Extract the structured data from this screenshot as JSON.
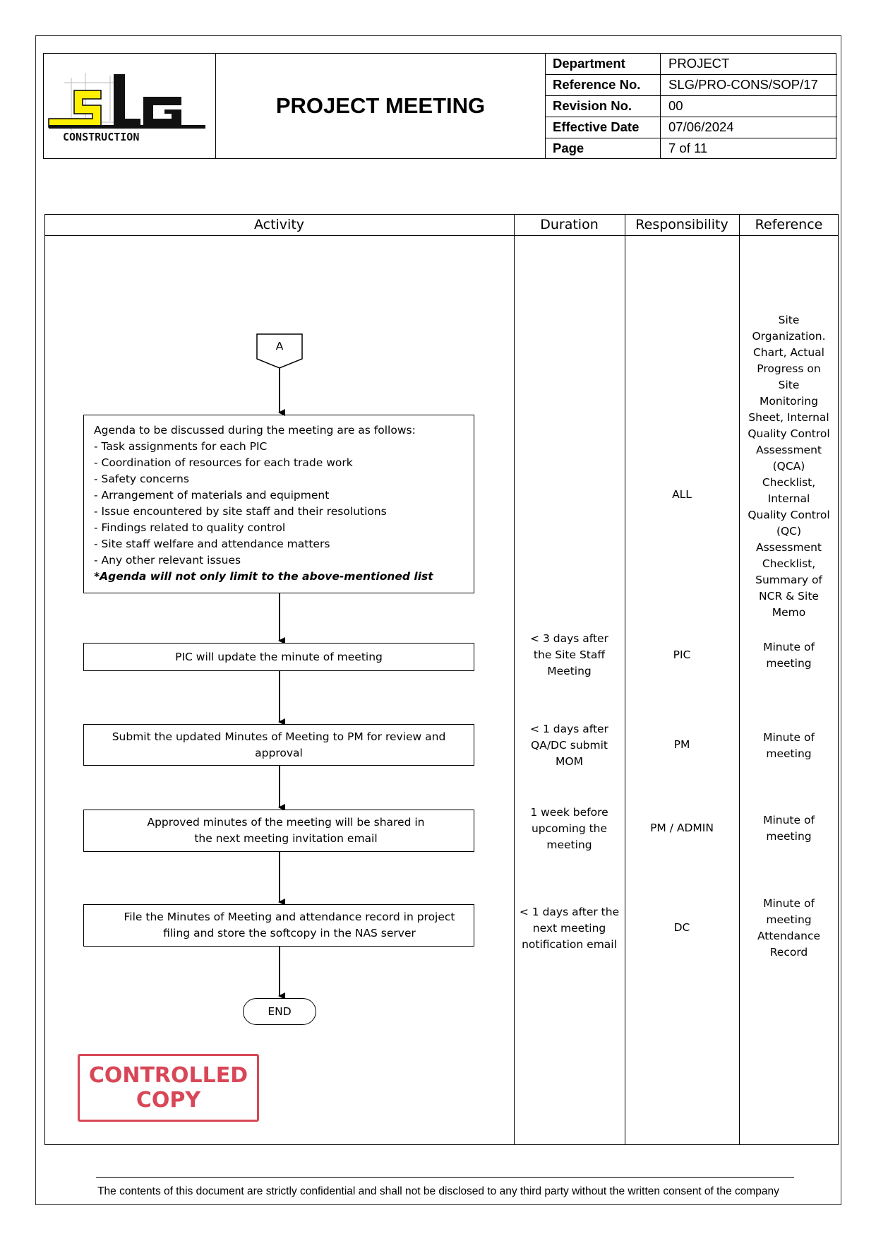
{
  "header": {
    "logo_letters": "SLG",
    "logo_sub": "CONSTRUCTION",
    "title": "PROJECT MEETING",
    "meta": [
      {
        "label": "Department",
        "value": "PROJECT"
      },
      {
        "label": "Reference No.",
        "value": "SLG/PRO-CONS/SOP/17"
      },
      {
        "label": "Revision No.",
        "value": "00"
      },
      {
        "label": "Effective Date",
        "value": "07/06/2024"
      },
      {
        "label": "Page",
        "value": "7 of 11"
      }
    ]
  },
  "table": {
    "columns": [
      "Activity",
      "Duration",
      "Responsibility",
      "Reference"
    ]
  },
  "flow": {
    "connector": "A",
    "agenda": {
      "intro": "Agenda to be discussed during the meeting are as follows:",
      "items": [
        "- Task assignments for each PIC",
        "- Coordination of resources for each trade work",
        "- Safety concerns",
        "- Arrangement of materials and equipment",
        "- Issue encountered by site staff and their resolutions",
        "- Findings related to quality control",
        "- Site staff welfare and attendance matters",
        "- Any other relevant issues"
      ],
      "note": "*Agenda will not only limit to the above-mentioned list"
    },
    "steps": [
      {
        "text": "PIC will update the minute of meeting"
      },
      {
        "text": "Submit the updated Minutes of Meeting to PM for review and approval"
      },
      {
        "text": "Approved minutes of the meeting will be shared in the next meeting invitation email"
      },
      {
        "text": "File the Minutes of Meeting and attendance record in project filing and store the softcopy in the NAS server"
      }
    ],
    "end": "END"
  },
  "rows": [
    {
      "duration": [],
      "responsibility": "ALL",
      "reference": [
        "Site",
        "Organization.",
        "Chart, Actual",
        "Progress on",
        "Site",
        "Monitoring",
        "Sheet, Internal",
        "Quality Control",
        "Assessment",
        "(QCA)",
        "Checklist,",
        "Internal",
        "Quality Control",
        "(QC)",
        "Assessment",
        "Checklist,",
        "Summary of",
        "NCR & Site",
        "Memo"
      ]
    },
    {
      "duration": [
        "< 3 days after",
        "the Site Staff",
        "Meeting"
      ],
      "responsibility": "PIC",
      "reference": [
        "Minute of",
        "meeting"
      ]
    },
    {
      "duration": [
        "< 1 days after",
        "QA/DC submit",
        "MOM"
      ],
      "responsibility": "PM",
      "reference": [
        "Minute of",
        "meeting"
      ]
    },
    {
      "duration": [
        "1 week before",
        "upcoming the",
        "meeting"
      ],
      "responsibility": "PM / ADMIN",
      "reference": [
        "Minute of",
        "meeting"
      ]
    },
    {
      "duration": [
        "< 1 days after the",
        "next meeting",
        "notification email"
      ],
      "responsibility": "DC",
      "reference": [
        "Minute of",
        "meeting",
        "Attendance",
        "Record"
      ]
    }
  ],
  "stamp": {
    "line1": "CONTROLLED",
    "line2": "COPY"
  },
  "footer": "The contents of this document are strictly confidential and shall not be disclosed to any third party without the written consent of the company",
  "colors": {
    "logo_yellow": "#ffef00",
    "stamp_red": "#d2283a"
  }
}
